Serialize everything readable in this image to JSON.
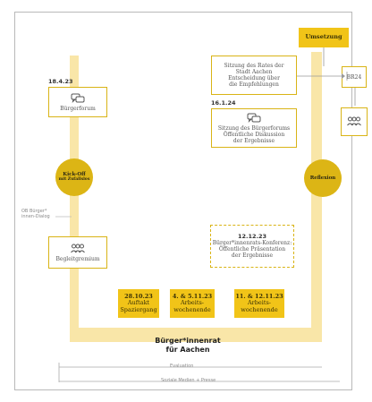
{
  "colors": {
    "accent": "#f1c418",
    "band": "#f9e6a8",
    "circle": "#dcb515",
    "border": "#d9b416"
  },
  "top_right": {
    "umsetzung": "Umsetzung",
    "br24": "BR24"
  },
  "stadtrat": {
    "line1": "Sitzung des Rates der",
    "line2": "Stadt Aachen",
    "line3": "Entscheidung über",
    "line4": "die Empfehlungen"
  },
  "forum_left": {
    "date": "18.4.23",
    "label": "Bürgerforum"
  },
  "forum_right": {
    "date": "16.1.24",
    "line1": "Sitzung des Bürgerforums",
    "line2": "Öffentliche Diskussion",
    "line3": "der Ergebnisse"
  },
  "kickoff": {
    "line1": "Kick-Off",
    "line2": "mit Zufallslos"
  },
  "reflexion": {
    "label": "Reflexion"
  },
  "side_note": {
    "line1": "OB Bürger*",
    "line2": "innen-Dialog"
  },
  "begleit": {
    "label": "Begleitgremium"
  },
  "konferenz": {
    "date": "12.12.23",
    "line1": "Bürger*innenrats-Konferenz:",
    "line2": "Öffentliche Präsentation",
    "line3": "der Ergebnisse"
  },
  "sessions": [
    {
      "date": "28.10.23",
      "line1": "Auftakt",
      "line2": "Spaziergang"
    },
    {
      "date": "4. & 5.11.23",
      "line1": "Arbeits-",
      "line2": "wochenende"
    },
    {
      "date": "11. & 12.11.23",
      "line1": "Arbeits-",
      "line2": "wochenende"
    }
  ],
  "title": {
    "line1": "Bürger*innenrat",
    "line2": "für Aachen"
  },
  "bottom": {
    "line1": "Evaluation",
    "line2": "Soziale Medien + Presse"
  }
}
